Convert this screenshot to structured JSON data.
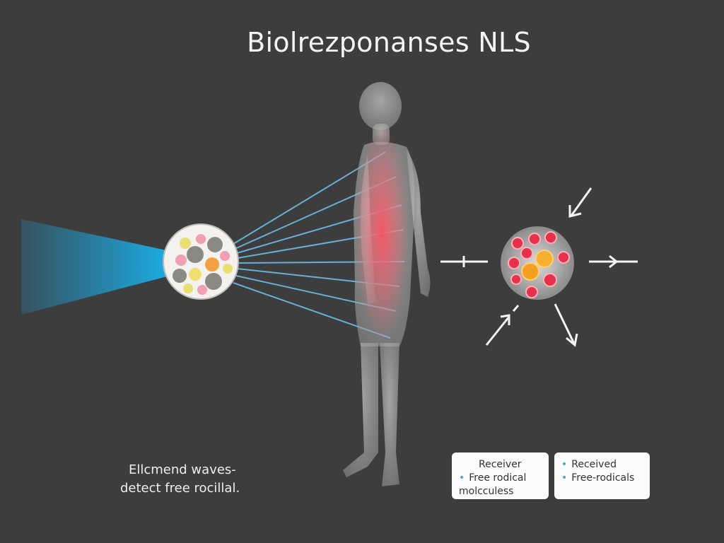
{
  "title": "Biolrezponanses NLS",
  "caption": {
    "line1": "Ellcmend waves-",
    "line2": "detect free rocillal."
  },
  "legend_left": {
    "heading": "Receiver",
    "item": "Free rodical",
    "item_cont": "molcculess"
  },
  "legend_right": {
    "item1": "Received",
    "item2": "Free-rodicals"
  },
  "colors": {
    "background": "#3d3d3d",
    "beam": "#1aa6e0",
    "wave_lines": "#6fc3ee",
    "radical_red": "#e8304a",
    "radical_orange": "#f5a623"
  }
}
